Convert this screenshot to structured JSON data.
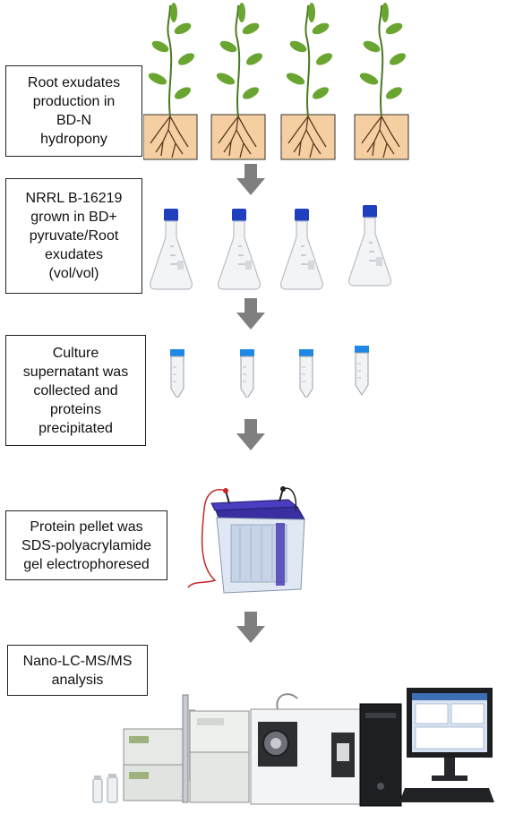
{
  "steps": [
    {
      "id": "root-exudates",
      "text": "Root exudates\nproduction in\nBD-N\nhydropony"
    },
    {
      "id": "culture-growth",
      "text": "NRRL B-16219\ngrown in BD+\npyruvate/Root\nexudates\n(vol/vol)"
    },
    {
      "id": "supernatant",
      "text": "Culture\nsupernatant was\ncollected and\nproteins\nprecipitated"
    },
    {
      "id": "electrophoresis",
      "text": "Protein pellet was\nSDS-polyacrylamide\ngel electrophoresed"
    },
    {
      "id": "nano-lc",
      "text": "Nano-LC-MS/MS\nanalysis"
    }
  ],
  "colors": {
    "leaf": "#6aa532",
    "stem": "#4a7a22",
    "soil": "#f5cfa2",
    "root": "#5a3a1e",
    "arrow": "#7f7f7f",
    "cap": "#1f3fbf",
    "tank": "#3a2fa0"
  },
  "icons": [
    "plant-icon",
    "flask-icon",
    "falcon-tube-icon",
    "electrophoresis-tank-icon",
    "lc-ms-instrument-icon",
    "down-arrow-icon"
  ]
}
